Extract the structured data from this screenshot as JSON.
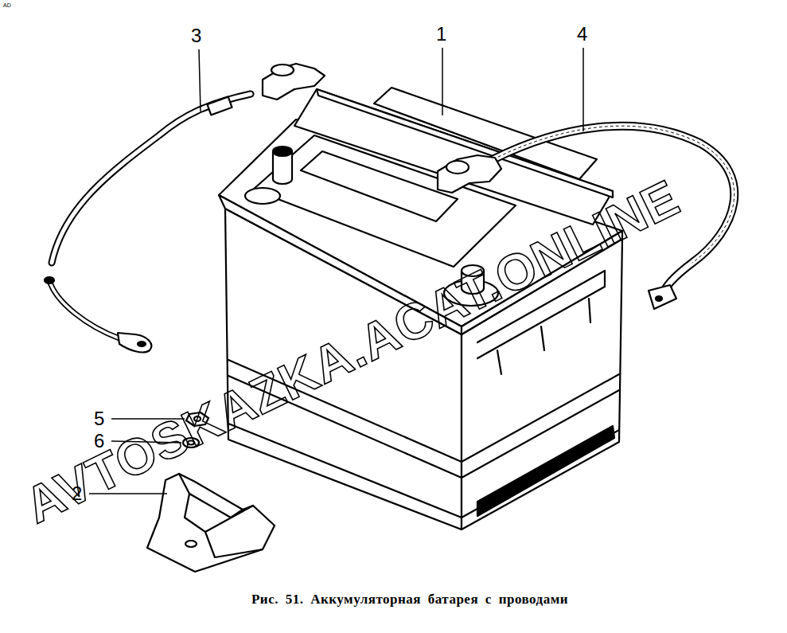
{
  "diagram": {
    "caption": "Рис. 51. Аккумуляторная батарея с проводами",
    "labels": [
      "AD",
      "3",
      "1",
      "4",
      "5",
      "6",
      "2",
      "AVTOSKAZKA.ACAT.ONLINE"
    ]
  }
}
